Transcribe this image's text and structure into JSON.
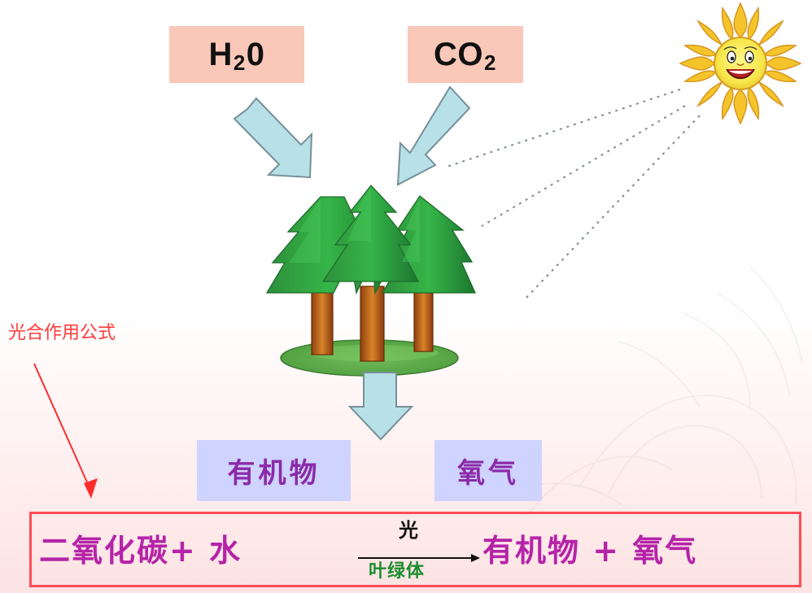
{
  "labels": {
    "h2o_main": "H",
    "h2o_sub": "2",
    "h2o_tail": "0",
    "co2_main": "CO",
    "co2_sub": "2",
    "organic": "有机物",
    "oxygen": "氧气",
    "note": "光合作用公式",
    "formula_left": "二氧化碳+ 水",
    "arrow_top": "光",
    "arrow_bottom": "叶绿体",
    "formula_right": "有机物 + 氧气"
  },
  "icons": {
    "sun": "sun-icon",
    "trees": "tree-group-icon"
  },
  "colors": {
    "input_box": "#f9c8b8",
    "output_box": "#cfd3ff",
    "formula_text": "#b524a8",
    "formula_frame": "#ff4d57",
    "note_text": "#ff3b3b",
    "chlorophyll_text": "#1c8d2e",
    "arrow_fill": "#b7e1e7"
  }
}
